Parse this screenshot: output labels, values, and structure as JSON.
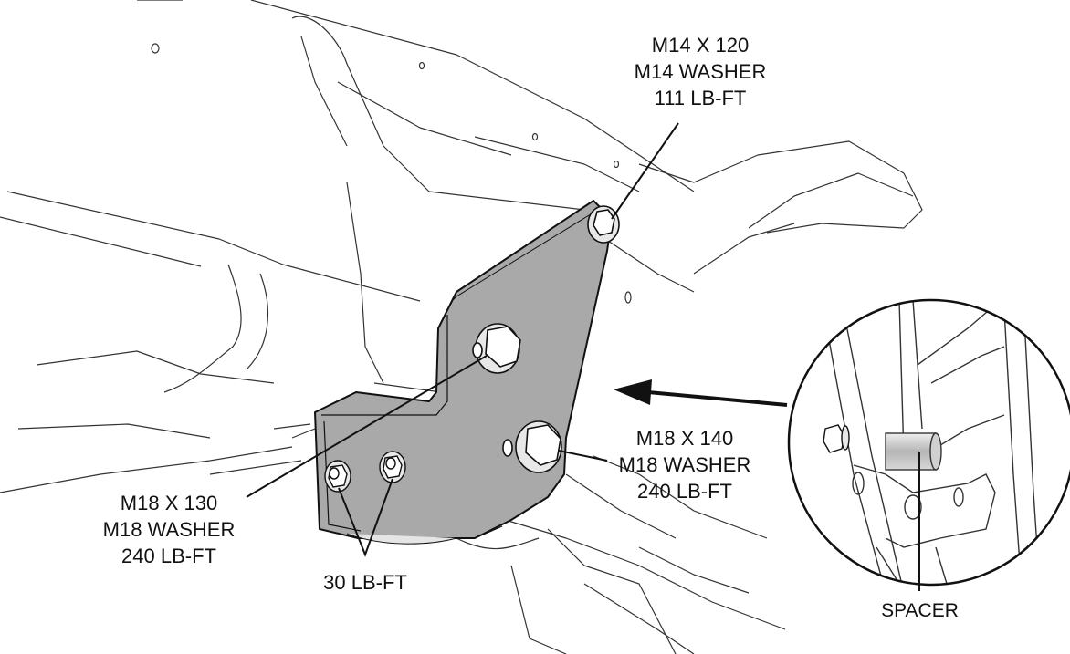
{
  "callouts": {
    "top_bolt": {
      "size": "M14 X 120",
      "washer": "M14 WASHER",
      "torque": "111 LB-FT"
    },
    "left_bolt": {
      "size": "M18 X 130",
      "washer": "M18 WASHER",
      "torque": "240 LB-FT"
    },
    "right_bolt": {
      "size": "M18 X 140",
      "washer": "M18 WASHER",
      "torque": "240 LB-FT"
    },
    "small_nuts": {
      "torque": "30 LB-FT"
    },
    "detail": {
      "label": "SPACER"
    }
  },
  "colors": {
    "bracket_fill": "#a9a9a9",
    "line": "#111111",
    "frame_lines": "#333333",
    "spacer_fill": "#c8c8c8"
  }
}
